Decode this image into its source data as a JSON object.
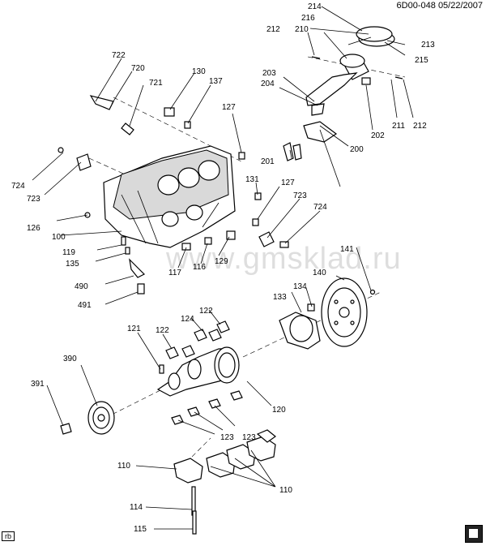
{
  "header": {
    "diagram_code": "6D00-048",
    "date": "05/22/2007"
  },
  "watermark": "www.gmsklad.ru",
  "corner_tag": "rb",
  "parts": {
    "p100": "100",
    "p110a": "110",
    "p110b": "110",
    "p114": "114",
    "p115": "115",
    "p116": "116",
    "p117": "117",
    "p119": "119",
    "p120": "120",
    "p121": "121",
    "p122a": "122",
    "p122b": "122",
    "p123a": "123",
    "p123b": "123",
    "p124": "124",
    "p126": "126",
    "p127a": "127",
    "p127b": "127",
    "p129": "129",
    "p130": "130",
    "p131": "131",
    "p133": "133",
    "p134": "134",
    "p135": "135",
    "p137": "137",
    "p140": "140",
    "p141": "141",
    "p200": "200",
    "p201": "201",
    "p202": "202",
    "p203": "203",
    "p204": "204",
    "p210": "210",
    "p211": "211",
    "p212a": "212",
    "p212b": "212",
    "p213": "213",
    "p214": "214",
    "p215": "215",
    "p216": "216",
    "p390": "390",
    "p391": "391",
    "p490": "490",
    "p491": "491",
    "p720": "720",
    "p721": "721",
    "p722": "722",
    "p723a": "723",
    "p723b": "723",
    "p724a": "724",
    "p724b": "724"
  }
}
